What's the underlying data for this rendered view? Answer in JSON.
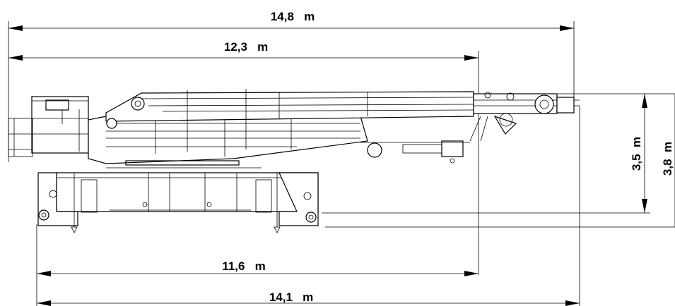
{
  "dimensions": {
    "overall_length_top": "14,8   m",
    "length_upper": "12,3   m",
    "length_tracks": "11,6   m",
    "overall_length_bottom": "14,1   m",
    "height_inner": "3,5  m",
    "height_outer": "3,8  m"
  }
}
